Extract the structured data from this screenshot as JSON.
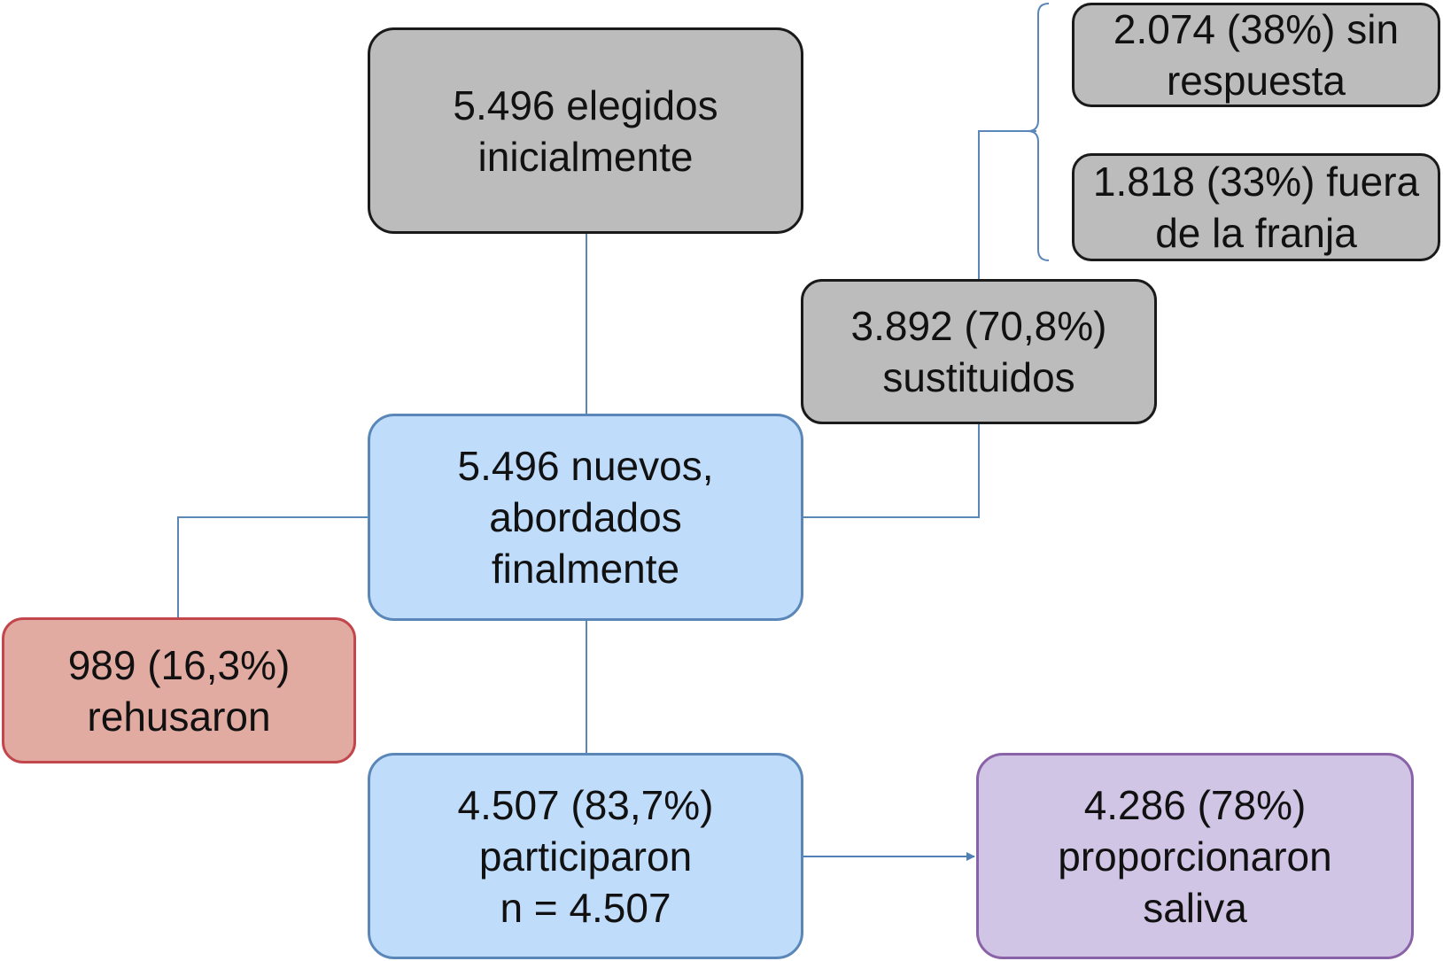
{
  "nodes": {
    "initial": {
      "lines": [
        "5.496 elegidos",
        "inicialmente"
      ]
    },
    "no_response": {
      "lines": [
        "2.074 (38%) sin",
        "respuesta"
      ]
    },
    "out_of_range": {
      "lines": [
        "1.818 (33%) fuera",
        "de la franja"
      ]
    },
    "substituted": {
      "lines": [
        "3.892 (70,8%)",
        "sustituidos"
      ]
    },
    "new_approached": {
      "lines": [
        "5.496 nuevos,",
        "abordados",
        "finalmente"
      ]
    },
    "refused": {
      "lines": [
        "989 (16,3%)",
        "rehusaron"
      ]
    },
    "participated": {
      "lines": [
        "4.507 (83,7%)",
        "participaron",
        "n = 4.507"
      ]
    },
    "saliva": {
      "lines": [
        "4.286 (78%)",
        "proporcionaron",
        "saliva"
      ]
    }
  },
  "colors": {
    "gray_fill": "#bbbcbb",
    "blue_fill": "#bfdcfb",
    "red_fill": "#e2aba2",
    "purple_fill": "#d1c5e6",
    "connector": "#5a87b8"
  }
}
